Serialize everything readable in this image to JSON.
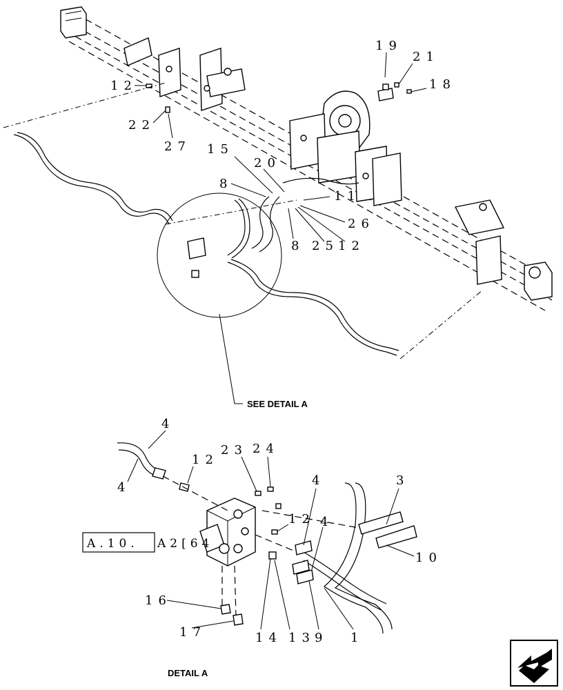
{
  "diagram": {
    "callouts_upper": [
      "19",
      "21",
      "18",
      "12",
      "22",
      "27",
      "15",
      "20",
      "8",
      "11",
      "26",
      "8",
      "25",
      "12"
    ],
    "callouts_lower": [
      "4",
      "4",
      "12",
      "23",
      "24",
      "4",
      "3",
      "12",
      "4",
      "10",
      "16",
      "17",
      "14",
      "13",
      "9",
      "1"
    ],
    "see_detail_label": "SEE DETAIL  A",
    "detail_label": "DETAIL A",
    "reference_box": "A.10.",
    "reference_suffix": "A2[64"
  }
}
